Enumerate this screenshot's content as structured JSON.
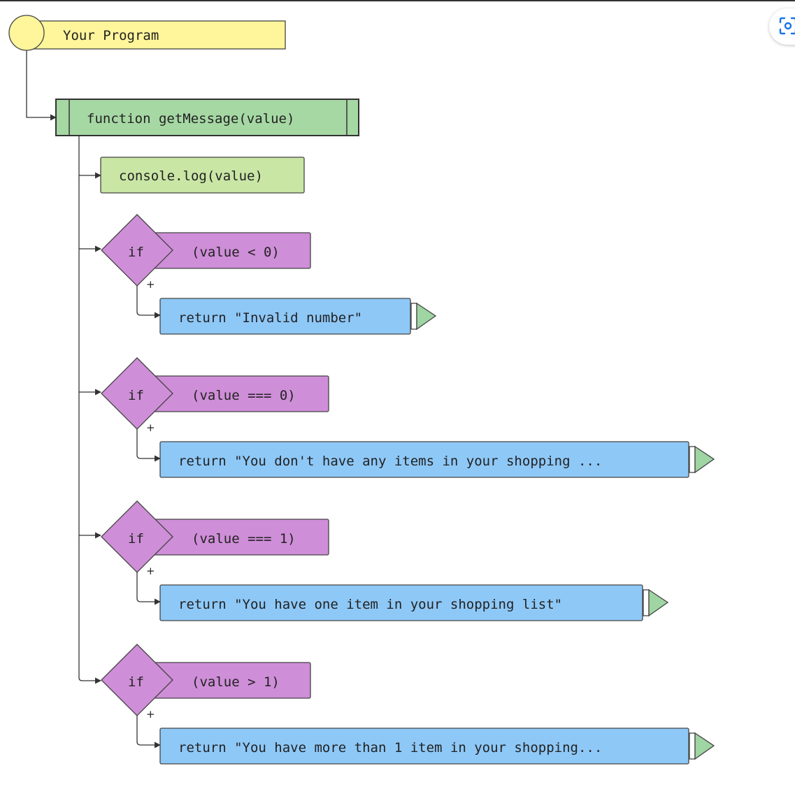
{
  "program": {
    "label": "Your Program"
  },
  "function_node": {
    "label": "function getMessage(value)"
  },
  "log_node": {
    "label": "console.log(value)"
  },
  "branches": [
    {
      "keyword": "if",
      "condition": "(value < 0)",
      "plus": "+",
      "action": "return \"Invalid number\""
    },
    {
      "keyword": "if",
      "condition": "(value === 0)",
      "plus": "+",
      "action": "return \"You don't have any items in your shopping ..."
    },
    {
      "keyword": "if",
      "condition": "(value === 1)",
      "plus": "+",
      "action": "return \"You have one item in your shopping list\""
    },
    {
      "keyword": "if",
      "condition": "(value > 1)",
      "plus": "+",
      "action": "return \"You have more than 1 item in your shopping..."
    }
  ],
  "colors": {
    "program": "#fff59b",
    "function": "#a6d8a4",
    "statement": "#c9e6a5",
    "condition": "#cf8ed8",
    "return": "#8ec8f7",
    "end_marker": "#9fd4a3"
  },
  "icons": {
    "corner_button": "focus-scan-icon"
  }
}
